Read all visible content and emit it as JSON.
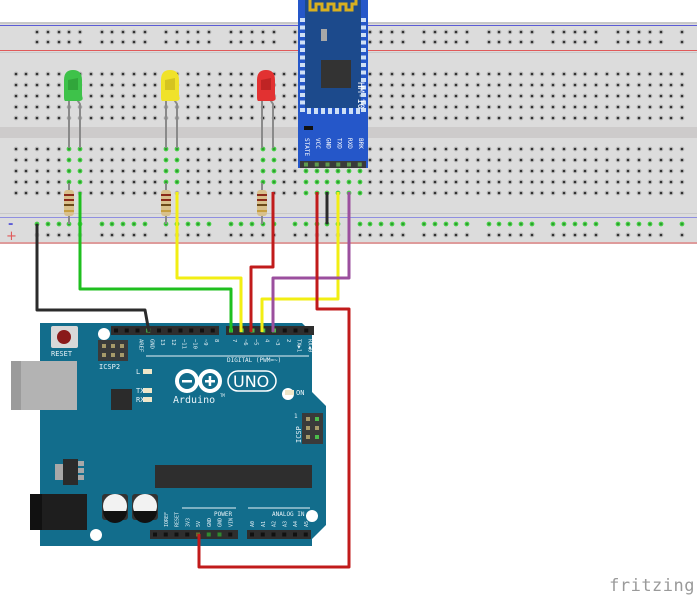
{
  "diagram": {
    "title": "Arduino UNO + HM-10 Bluetooth + 3 LEDs breadboard wiring",
    "watermark": "fritzing",
    "colors": {
      "breadboard": "#dcdcdc",
      "rail_blue": "#5b5bd6",
      "rail_red": "#e05a5a",
      "arduino_board": "#126d8c",
      "hm10_board": "#1e4fa3",
      "hm10_header": "#2557c9",
      "wire_black": "#2b2b2b",
      "wire_green": "#1fbf1f",
      "wire_yellow": "#f2ee13",
      "wire_red": "#c11b1b",
      "wire_purple": "#9b4f9e"
    },
    "rail_signs": {
      "minus": "-",
      "plus": "+"
    },
    "leds": [
      {
        "name": "LED green",
        "color": "#3ec24a"
      },
      {
        "name": "LED yellow",
        "color": "#f0e22a"
      },
      {
        "name": "LED red",
        "color": "#e23131"
      }
    ],
    "hm10": {
      "label": "HM-10",
      "pins": [
        "STATE",
        "VCC",
        "GND",
        "TXD",
        "RXD",
        "BRK"
      ]
    },
    "arduino": {
      "logo_text": "Arduino",
      "logo_tm": "TM",
      "model": "UNO",
      "reset_label": "RESET",
      "icsp2_label": "ICSP2",
      "icsp_label": "ICSP",
      "icsp_pin1": "1",
      "led_l": "L",
      "led_tx": "TX",
      "led_rx": "RX",
      "led_on": "ON",
      "digital_label": "DIGITAL (PWM=~)",
      "digital_pins": [
        "AREF",
        "GND",
        "13",
        "12",
        "~11",
        "~10",
        "~9",
        "8",
        "7",
        "~6",
        "~5",
        "4",
        "~3",
        "2",
        "TX▶1",
        "RX◀0"
      ],
      "power_label": "POWER",
      "power_pins": [
        "IOREF",
        "RESET",
        "3V3",
        "5V",
        "GND",
        "GND",
        "VIN"
      ],
      "analog_label": "ANALOG IN",
      "analog_pins": [
        "A0",
        "A1",
        "A2",
        "A3",
        "A4",
        "A5"
      ]
    },
    "connections": [
      {
        "wire": "black",
        "from": "Breadboard GND rail (-)",
        "to": "Arduino GND (digital header)"
      },
      {
        "wire": "green",
        "from": "Green LED row",
        "to": "Arduino pin 7"
      },
      {
        "wire": "yellow",
        "from": "Yellow LED row",
        "to": "Arduino pin ~6"
      },
      {
        "wire": "red",
        "from": "Red LED row",
        "to": "Arduino pin ~5"
      },
      {
        "wire": "yellow",
        "from": "HM-10 TXD",
        "to": "Arduino pin 4"
      },
      {
        "wire": "purple",
        "from": "HM-10 RXD",
        "to": "Arduino pin ~3"
      },
      {
        "wire": "red",
        "from": "HM-10 VCC",
        "to": "Arduino 5V"
      },
      {
        "wire": "black",
        "from": "HM-10 GND",
        "to": "Breadboard GND rail (-)"
      }
    ]
  }
}
